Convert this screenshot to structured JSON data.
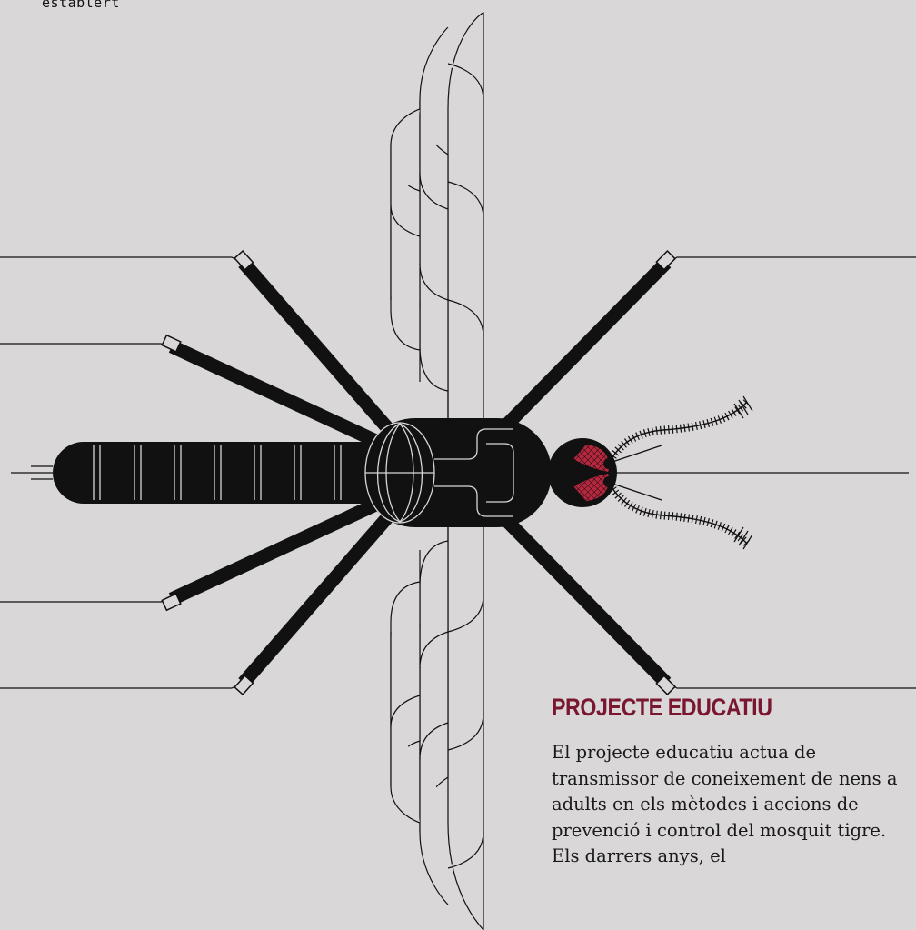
{
  "top_note": "establert",
  "section": {
    "title": "PROJECTE EDUCATIU",
    "body": "El projecte educatiu actua de transmissor de coneixement de nens a adults en els mètodes i accions de prevenció i control del mosquit tigre. Els darrers anys, el"
  },
  "colors": {
    "background": "#d9d7d7",
    "ink": "#111111",
    "accent": "#7a1730",
    "eye": "#b5283e"
  },
  "illustration": {
    "subject": "tiger-mosquito",
    "view": "top-down"
  }
}
